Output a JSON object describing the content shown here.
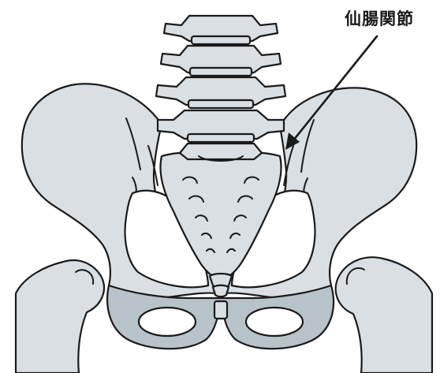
{
  "label": {
    "text": "仙腸関節",
    "target": "sacroiliac-joint"
  },
  "colors": {
    "bone_fill": "#d9dfe3",
    "bone_shadow": "#b8c3c9",
    "outline": "#1a1a1a",
    "background": "#ffffff",
    "label_text": "#1a1a1a"
  },
  "structures": [
    "lumbar-vertebrae",
    "ilium-left",
    "ilium-right",
    "sacrum",
    "coccyx",
    "femur-left",
    "femur-right",
    "obturator-foramen-left",
    "obturator-foramen-right",
    "pubic-symphysis"
  ]
}
